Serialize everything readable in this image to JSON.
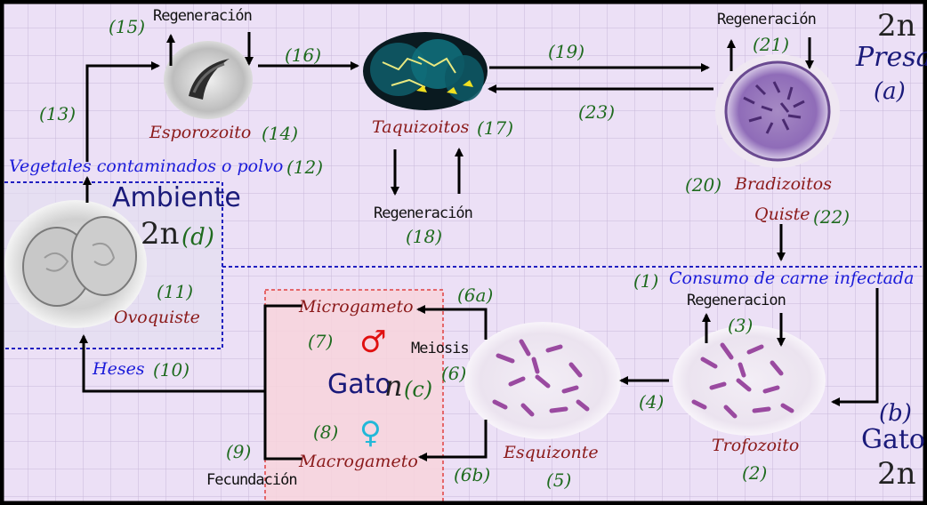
{
  "diagram": {
    "regions": {
      "presa": {
        "ploidy": "2n",
        "name": "Presa",
        "letter": "(a)"
      },
      "gato_huesped": {
        "letter": "(b)",
        "name": "Gato",
        "ploidy": "2n"
      },
      "gato_sexual": {
        "name": "Gato",
        "ploidy": "n",
        "letter": "(c)"
      },
      "ambiente": {
        "name": "Ambiente",
        "ploidy": "2n",
        "letter": "(d)"
      }
    },
    "stages": {
      "esporozoito": "Esporozoito",
      "taquizoitos": "Taquizoitos",
      "bradizoitos": "Bradizoitos",
      "quiste": "Quiste",
      "ovoquiste": "Ovoquiste",
      "microgameto": "Microgameto",
      "macrogameto": "Macrogameto",
      "esquizonte": "Esquizonte",
      "trofozoito": "Trofozoito"
    },
    "labels": {
      "regeneracion": "Regeneración",
      "regeneracion_plain": "Regeneracion",
      "meiosis": "Meiosis",
      "fecundacion": "Fecundación",
      "heses": "Heses",
      "vegetales": "Vegetales contaminados o polvo",
      "consumo": "Consumo de carne infectada",
      "male_symbol": "♂",
      "female_symbol": "♀"
    },
    "numbers": {
      "n1": "(1)",
      "n2": "(2)",
      "n3": "(3)",
      "n4": "(4)",
      "n5": "(5)",
      "n6": "(6)",
      "n6a": "(6a)",
      "n6b": "(6b)",
      "n7": "(7)",
      "n8": "(8)",
      "n9": "(9)",
      "n10": "(10)",
      "n11": "(11)",
      "n12": "(12)",
      "n13": "(13)",
      "n14": "(14)",
      "n15": "(15)",
      "n16": "(16)",
      "n17": "(17)",
      "n18": "(18)",
      "n19": "(19)",
      "n20": "(20)",
      "n21": "(21)",
      "n22": "(22)",
      "n23": "(23)"
    },
    "colors": {
      "background": "#ece0f6",
      "grid": "#c9b8d9",
      "number_green": "#1f6b1f",
      "stage_red": "#8b1a1a",
      "region_blue": "#1a1ad9",
      "sexual_box": "#f8d4dc",
      "male": "#e01010",
      "female": "#22b8d8"
    }
  }
}
